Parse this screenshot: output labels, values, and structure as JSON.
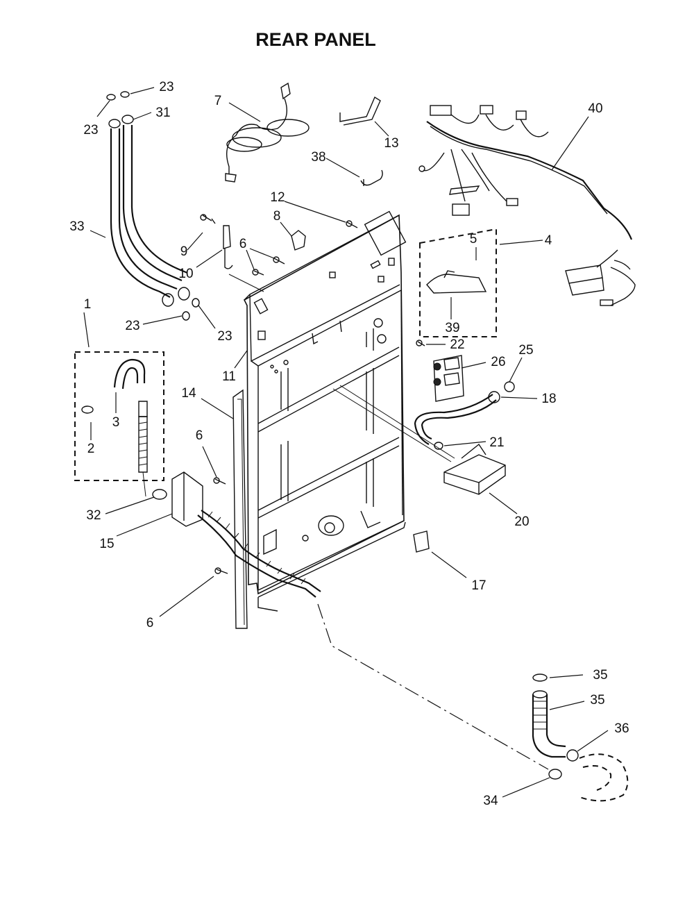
{
  "title": "REAR PANEL",
  "callouts": [
    {
      "id": "c1",
      "label": "1"
    },
    {
      "id": "c2",
      "label": "2"
    },
    {
      "id": "c3",
      "label": "3"
    },
    {
      "id": "c4",
      "label": "4"
    },
    {
      "id": "c5",
      "label": "5"
    },
    {
      "id": "c6a",
      "label": "6"
    },
    {
      "id": "c6b",
      "label": "6"
    },
    {
      "id": "c6c",
      "label": "6"
    },
    {
      "id": "c7",
      "label": "7"
    },
    {
      "id": "c8",
      "label": "8"
    },
    {
      "id": "c9",
      "label": "9"
    },
    {
      "id": "c10",
      "label": "10"
    },
    {
      "id": "c11",
      "label": "11"
    },
    {
      "id": "c12",
      "label": "12"
    },
    {
      "id": "c13",
      "label": "13"
    },
    {
      "id": "c14",
      "label": "14"
    },
    {
      "id": "c15",
      "label": "15"
    },
    {
      "id": "c17",
      "label": "17"
    },
    {
      "id": "c18",
      "label": "18"
    },
    {
      "id": "c20",
      "label": "20"
    },
    {
      "id": "c21",
      "label": "21"
    },
    {
      "id": "c22",
      "label": "22"
    },
    {
      "id": "c23a",
      "label": "23"
    },
    {
      "id": "c23b",
      "label": "23"
    },
    {
      "id": "c23c",
      "label": "23"
    },
    {
      "id": "c23d",
      "label": "23"
    },
    {
      "id": "c25",
      "label": "25"
    },
    {
      "id": "c26",
      "label": "26"
    },
    {
      "id": "c31",
      "label": "31"
    },
    {
      "id": "c32",
      "label": "32"
    },
    {
      "id": "c33",
      "label": "33"
    },
    {
      "id": "c34",
      "label": "34"
    },
    {
      "id": "c35a",
      "label": "35"
    },
    {
      "id": "c35b",
      "label": "35"
    },
    {
      "id": "c36",
      "label": "36"
    },
    {
      "id": "c38",
      "label": "38"
    },
    {
      "id": "c39",
      "label": "39"
    },
    {
      "id": "c40",
      "label": "40"
    }
  ]
}
